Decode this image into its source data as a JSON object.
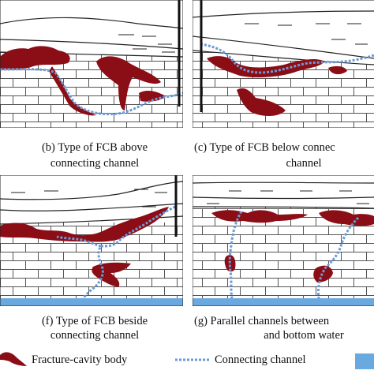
{
  "panels": [
    {
      "id": "b",
      "caption_line1": "(b) Type of FCB above",
      "caption_line2": "connecting channel"
    },
    {
      "id": "c",
      "caption_line1": "(c) Type of FCB below connec",
      "caption_line2": "channel"
    },
    {
      "id": "f",
      "caption_line1": "(f) Type of FCB beside",
      "caption_line2": "connecting channel"
    },
    {
      "id": "g",
      "caption_line1": "(g) Parallel channels between",
      "caption_line2": "and bottom water"
    }
  ],
  "legend": {
    "fracture_cavity_body": "Fracture-cavity body",
    "connecting_channel": "Connecting channel"
  },
  "colors": {
    "fracture_cavity": "#8b0d16",
    "channel": "#6b9ad6",
    "bottom_water": "#6aa8e0",
    "line": "#222222"
  }
}
